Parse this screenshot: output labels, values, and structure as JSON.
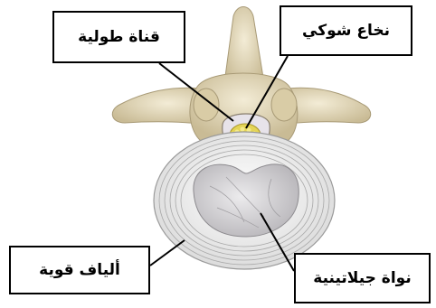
{
  "labels": {
    "longitudinal_canal": "قناة طولية",
    "spinal_cord": "نخاع شوكي",
    "strong_fibers": "ألياف قوية",
    "gelatinous_nucleus": "نواة جيلاتينية"
  },
  "colors": {
    "bone": "#e9dfc3",
    "bone_shadow": "#b9ab88",
    "disc_rings": "#f4f4f4",
    "disc_lines": "#9a9a9a",
    "nucleus": "#d8d6d8",
    "cord": "#e4d456",
    "line": "#000000"
  }
}
